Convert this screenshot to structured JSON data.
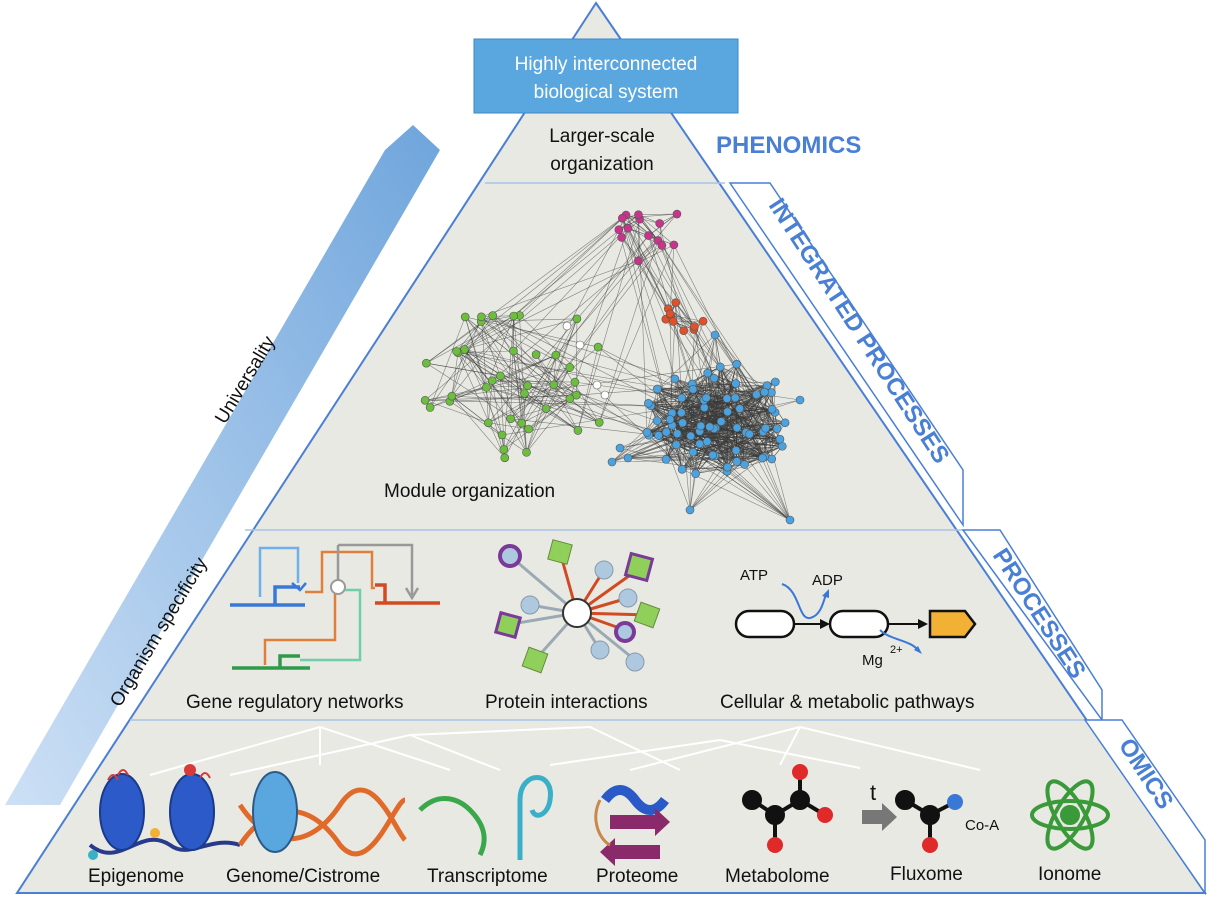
{
  "top_box": {
    "line1": "Highly interconnected",
    "line2": "biological system"
  },
  "tiers": {
    "larger_scale": {
      "line1": "Larger-scale",
      "line2": "organization"
    },
    "module": {
      "label": "Module organization"
    },
    "processes": {
      "gene_regulatory": "Gene regulatory networks",
      "protein_interactions": "Protein interactions",
      "pathways": "Cellular  & metabolic pathways",
      "atp": "ATP",
      "adp": "ADP",
      "mg": "Mg",
      "mg_sup": "2+"
    },
    "omics": {
      "epigenome": "Epigenome",
      "genome": "Genome/Cistrome",
      "transcriptome": "Transcriptome",
      "proteome": "Proteome",
      "metabolome": "Metabolome",
      "fluxome": "Fluxome",
      "ionome": "Ionome",
      "time": "t",
      "coa": "Co-A"
    }
  },
  "side_labels": {
    "phenomics": "PHENOMICS",
    "integrated": "INTEGRATED PROCESSES",
    "processes": "PROCESSES",
    "omics": "OMICS"
  },
  "arrow": {
    "universality": "Universality",
    "specificity": "Organism specificity"
  },
  "colors": {
    "accent": "#4a7fd6",
    "top_box": "#5aa7e0",
    "pyramid_fill": "#e9e9e3",
    "node_blue": "#4aa3e0",
    "node_green": "#6cbf3c",
    "node_magenta": "#c8348c",
    "node_red": "#e0502a"
  }
}
